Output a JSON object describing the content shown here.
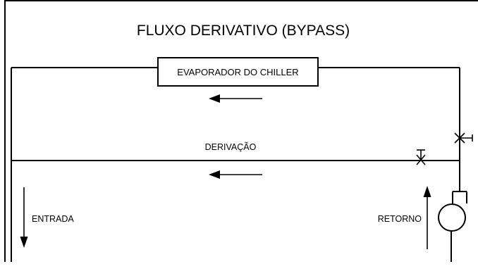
{
  "title": "FLUXO DERIVATIVO (BYPASS)",
  "evaporator_label": "EVAPORADOR DO CHILLER",
  "bypass_label": "DERIVAÇÃO",
  "inlet_label": "ENTRADA",
  "return_label": "RETORNO",
  "colors": {
    "line": "#000000",
    "background": "#ffffff"
  },
  "icons": {
    "valve": "valve-icon",
    "pump": "pump-icon",
    "flow_arrow": "arrow-icon"
  }
}
